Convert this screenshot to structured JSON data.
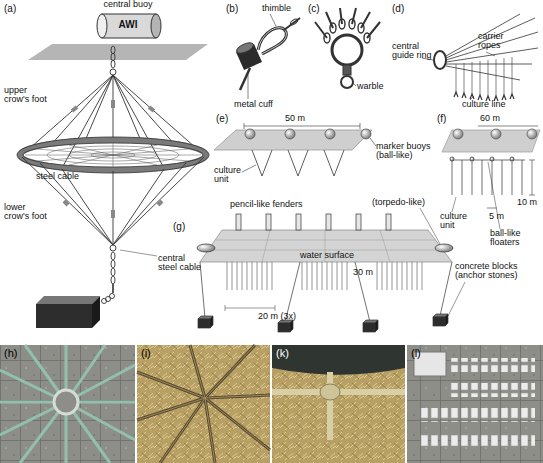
{
  "diagram": {
    "nodes": [
      {
        "text": [
          "central buoy",
          "AWI"
        ]
      },
      {
        "text": [
          "(h)"
        ]
      },
      {
        "text": [
          "(i)"
        ]
      },
      {
        "text": [
          "(k)"
        ]
      },
      {
        "text": [
          "(l)"
        ]
      }
    ],
    "labels": [
      "(a)",
      "upper crow's foot",
      "steel cable",
      "lower crow's foot",
      "central steel cable",
      "(b)",
      "thimble",
      "metal cuff",
      "(c)",
      "warble",
      "(d)",
      "carrier ropes",
      "central guide ring",
      "culture line",
      "(e)",
      "50 m",
      "marker buoys (ball-like)",
      "culture unit",
      "(f)",
      "60 m",
      "10 m",
      "5 m",
      "culture unit",
      "ball-like floaters",
      "(g)",
      "pencil-like fenders",
      "(torpedo-like)",
      "water surface",
      "30 m",
      "20 m (3x)",
      "concrete blocks (anchor stones)"
    ]
  }
}
